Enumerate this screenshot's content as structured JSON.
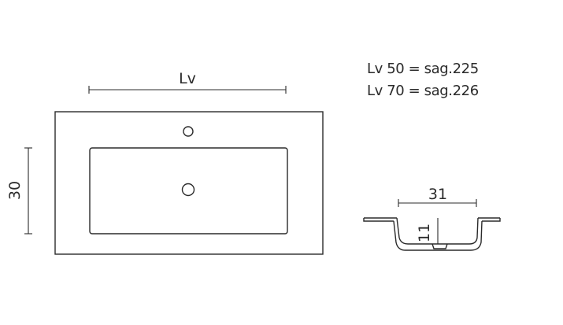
{
  "top_view": {
    "width_label": "Lv",
    "depth_label": "30"
  },
  "section_view": {
    "width_label": "31",
    "height_label": "11"
  },
  "legend": [
    "Lv 50 = sag.225",
    "Lv 70 = sag.226"
  ]
}
